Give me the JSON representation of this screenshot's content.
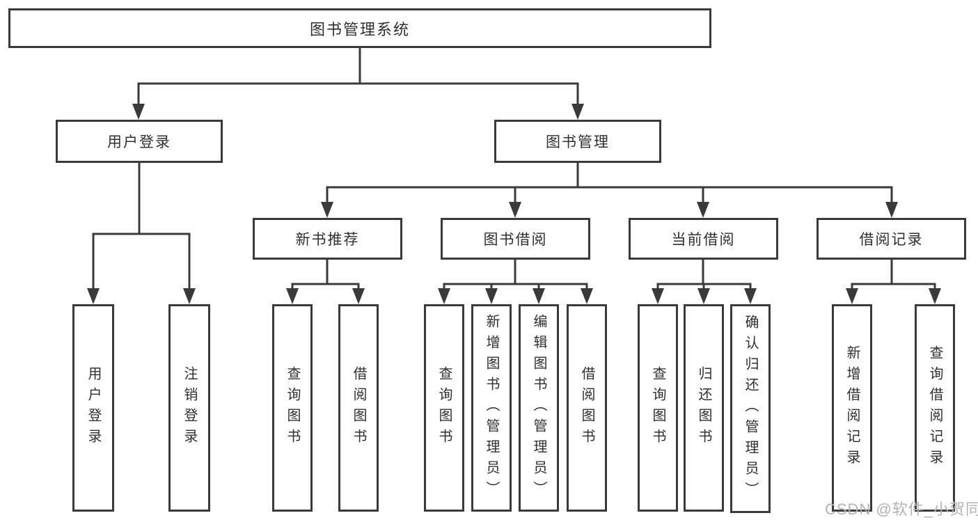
{
  "tree": {
    "root": {
      "label": "图书管理系统"
    },
    "branches": [
      {
        "label": "用户登录",
        "children": [
          "用户登录",
          "注销登录"
        ]
      },
      {
        "label": "图书管理",
        "sections": [
          {
            "label": "新书推荐",
            "children": [
              "查询图书",
              "借阅图书"
            ]
          },
          {
            "label": "图书借阅",
            "children": [
              "查询图书",
              "新增图书（管理员）",
              "编辑图书（管理员）",
              "借阅图书"
            ]
          },
          {
            "label": "当前借阅",
            "children": [
              "查询图书",
              "归还图书",
              "确认归还（管理员）"
            ]
          },
          {
            "label": "借阅记录",
            "children": [
              "新增借阅记录",
              "查询借阅记录"
            ]
          }
        ]
      }
    ]
  },
  "watermark": "CSDN @软件_小贺同学",
  "colors": {
    "line": "#3a3a3a",
    "box_border": "#3a3a3a",
    "text": "#2f2f2f",
    "watermark": "#b3b3b3",
    "background": "#ffffff"
  }
}
